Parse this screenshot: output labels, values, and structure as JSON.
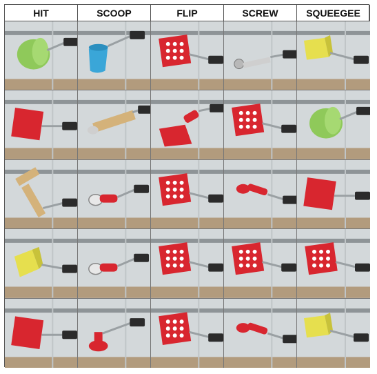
{
  "columns": [
    {
      "label": "HIT",
      "cells": [
        "green-cylinder",
        "red-square-pad",
        "wooden-t-piece",
        "yellow-cube",
        "red-square-pad"
      ]
    },
    {
      "label": "SCOOP",
      "cells": [
        "blue-cup",
        "wooden-spatula",
        "red-handled-scoop",
        "red-handled-scoop",
        "red-plunger"
      ]
    },
    {
      "label": "FLIP",
      "cells": [
        "red-perforated-plate",
        "red-spatula",
        "red-perforated-plate",
        "red-perforated-plate",
        "red-perforated-plate"
      ]
    },
    {
      "label": "SCREW",
      "cells": [
        "metal-screwdriver",
        "red-perforated-plate",
        "red-handled-tool",
        "red-perforated-plate",
        "red-handled-tool"
      ]
    },
    {
      "label": "SQUEEGEE",
      "cells": [
        "yellow-block",
        "green-cylinder",
        "red-square-pad",
        "red-perforated-plate",
        "yellow-block"
      ]
    }
  ],
  "colors": {
    "red": "#d8262f",
    "green": "#8fc95a",
    "blue": "#3aa6d8",
    "yellow": "#e6df4e",
    "wood": "#d4b27a",
    "arm": "#2b2b2b",
    "wall": "#d3d8da",
    "floor": "#b29b7d"
  }
}
